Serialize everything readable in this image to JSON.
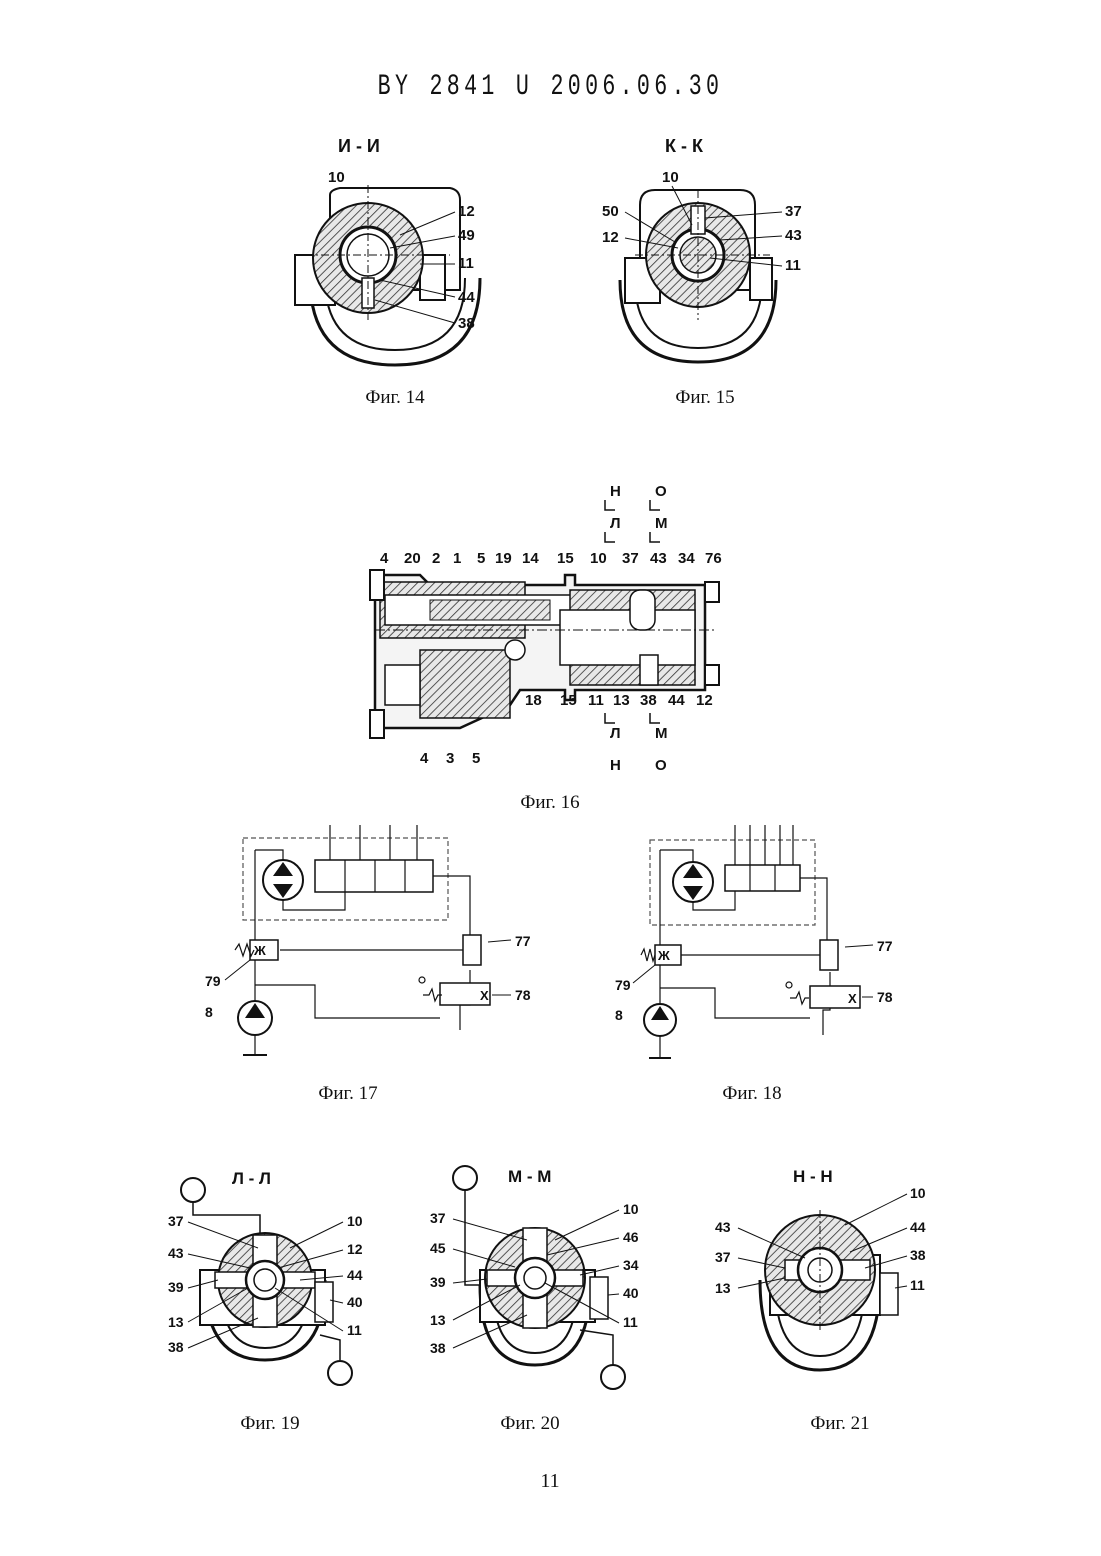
{
  "header": "BY 2841 U 2006.06.30",
  "page_number": "11",
  "figures": {
    "fig14": {
      "caption": "Фиг. 14",
      "section": "И - И",
      "labels": [
        "10",
        "12",
        "49",
        "11",
        "44",
        "38"
      ]
    },
    "fig15": {
      "caption": "Фиг. 15",
      "section": "К - К",
      "labels": [
        "10",
        "50",
        "12",
        "37",
        "43",
        "11"
      ]
    },
    "fig16": {
      "caption": "Фиг. 16",
      "section_marks_top": [
        "Н",
        "О",
        "Л",
        "М"
      ],
      "section_marks_bottom": [
        "Л",
        "М",
        "Н",
        "О"
      ],
      "labels_top": [
        "4",
        "20",
        "2",
        "1",
        "5",
        "19",
        "14",
        "15",
        "10",
        "37",
        "43",
        "34",
        "76"
      ],
      "labels_bottom": [
        "18",
        "15",
        "11",
        "13",
        "38",
        "44",
        "12",
        "4",
        "3",
        "5"
      ]
    },
    "fig17": {
      "caption": "Фиг. 17",
      "labels": [
        "77",
        "79",
        "78",
        "8"
      ]
    },
    "fig18": {
      "caption": "Фиг. 18",
      "labels": [
        "77",
        "79",
        "78",
        "8"
      ]
    },
    "fig19": {
      "caption": "Фиг. 19",
      "section": "Л - Л",
      "labels": [
        "37",
        "43",
        "39",
        "13",
        "38",
        "10",
        "12",
        "44",
        "40",
        "11"
      ]
    },
    "fig20": {
      "caption": "Фиг. 20",
      "section": "М - М",
      "labels": [
        "37",
        "45",
        "39",
        "13",
        "38",
        "10",
        "46",
        "34",
        "40",
        "11"
      ]
    },
    "fig21": {
      "caption": "Фиг. 21",
      "section": "Н - Н",
      "labels": [
        "43",
        "37",
        "13",
        "10",
        "44",
        "38",
        "11"
      ]
    }
  }
}
